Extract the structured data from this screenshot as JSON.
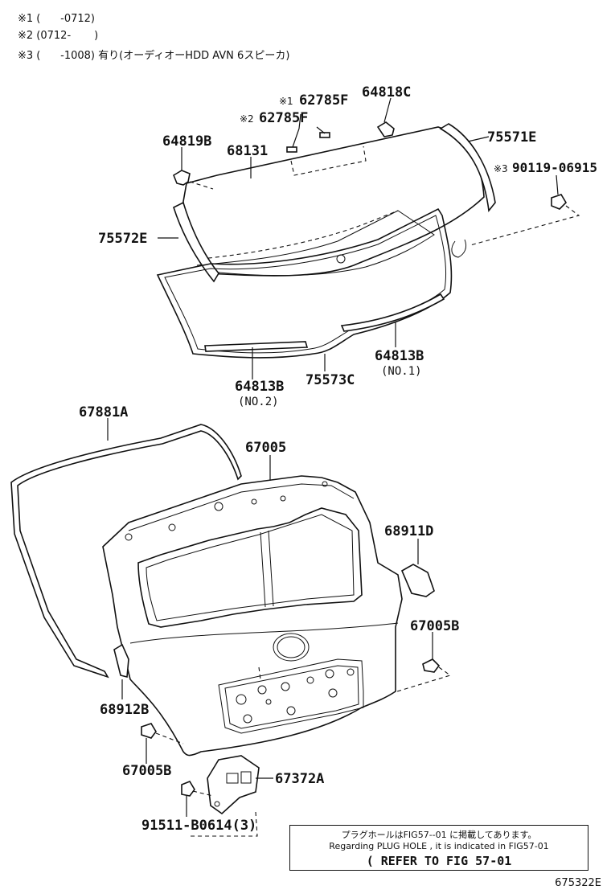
{
  "notes": [
    "※1 (      -0712)",
    "※2 (0712-       )",
    "※3 (      -1008) 有り(オーディオーHDD AVN 6スピーカ)"
  ],
  "labels": {
    "p62785F_1": "62785F",
    "p62785F_2": "62785F",
    "p64818C": "64818C",
    "p64819B": "64819B",
    "p68131": "68131",
    "p75571E": "75571E",
    "p90119": "90119-06915",
    "p75572E": "75572E",
    "p64813B_1": "64813B",
    "no1": "(NO.1)",
    "p64813B_2": "64813B",
    "no2": "(NO.2)",
    "p75573C": "75573C",
    "p67881A": "67881A",
    "p67005": "67005",
    "p68911D": "68911D",
    "p67005B_r": "67005B",
    "p68912B": "68912B",
    "p67005B_l": "67005B",
    "p67372A": "67372A",
    "p91511": "91511-B0614(3)"
  },
  "marks": {
    "m1": "※1",
    "m2": "※2",
    "m3": "※3"
  },
  "reference": {
    "line1": "プラグホールはFIG57--01 に掲載してあります。",
    "line2": "Regarding PLUG HOLE , it is indicated in FIG57-01",
    "line3": "( REFER TO FIG 57-01"
  },
  "figure_code": "675322E"
}
